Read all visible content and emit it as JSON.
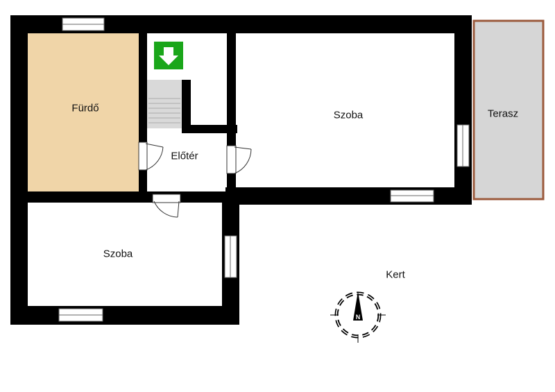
{
  "rooms": {
    "bathroom": "Fürdő",
    "room_large": "Szoba",
    "terrace": "Terasz",
    "hallway": "Előtér",
    "room_small": "Szoba",
    "garden": "Kert"
  },
  "compass": {
    "north_label": "N"
  },
  "icons": {
    "exit_sign": "green-down-arrow-icon",
    "compass": "compass-rose-icon"
  },
  "colors": {
    "wall": "#000000",
    "bathroom_floor": "#f0d5a8",
    "terrace_floor": "#d6d6d6",
    "terrace_border": "#9b5a3c",
    "exit_sign": "#1aa61a",
    "stairs": "#d9d9d9"
  }
}
